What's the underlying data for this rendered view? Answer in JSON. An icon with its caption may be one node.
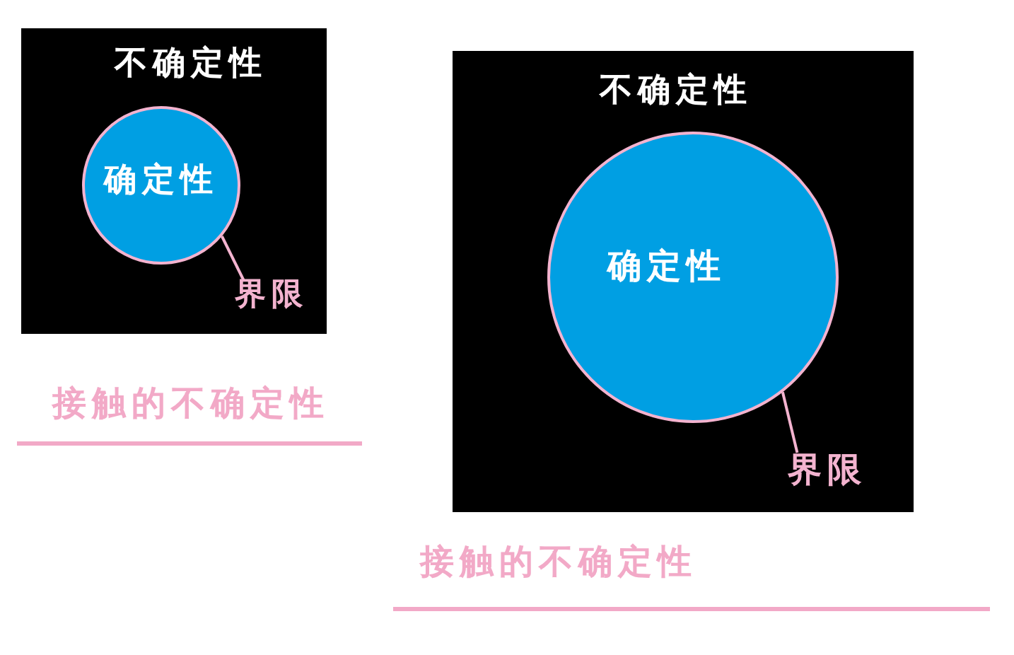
{
  "diagram": {
    "nodes": [
      {
        "text": [
          "不确定性"
        ]
      },
      {
        "text": [
          "确定性"
        ],
        "in": 0
      },
      {
        "text": [
          "界限"
        ],
        "in": 0
      },
      {
        "text": [
          "不确定性"
        ]
      },
      {
        "text": [
          "确定性"
        ],
        "in": 3
      },
      {
        "text": [
          "界限"
        ],
        "in": 3
      }
    ],
    "edges": [
      {
        "from": 2,
        "to": 1,
        "arrow": "none"
      },
      {
        "from": 5,
        "to": 4,
        "arrow": "none"
      }
    ],
    "labels": [
      "接触的不确定性",
      "接触的不确定性"
    ]
  }
}
